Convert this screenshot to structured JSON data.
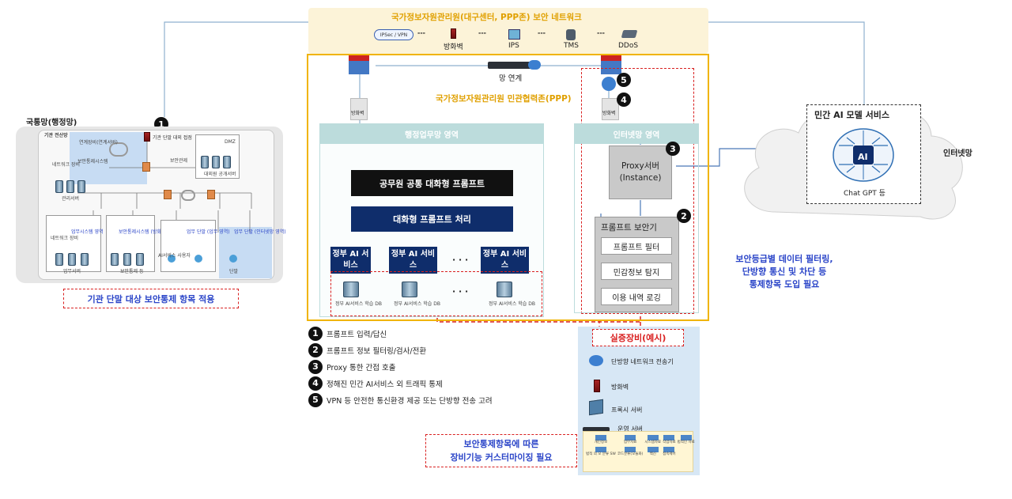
{
  "top_zone": {
    "title": "국가정보자원관리원(대구센터, PPP존) 보안 네트워크"
  },
  "top_devices": {
    "vpn": "IPSec / VPN",
    "firewall": "방화벽",
    "ips": "IPS",
    "tms": "TMS",
    "ddos": "DDoS",
    "dash": "---"
  },
  "link": {
    "label": "망 연계"
  },
  "ppp_zone": {
    "title": "국가정보자원관리원 민관협력존(PPP)"
  },
  "fw_small": "방화벽",
  "left": {
    "title": "국통망(행정망)",
    "inner_title": "기관 전산망",
    "callout": "기관 단말 대상 보안통제 항목 적용",
    "labels": {
      "top_link": "기관 단말 대외 접점",
      "linked": "연계장비(연계서버)",
      "security_fw": "보안관제",
      "dmz": "DMZ",
      "ext_server": "대외원 공개서버",
      "net_lines": "네트워크 장비",
      "mgmt": "관리서버",
      "business": "업무서버",
      "mail": "보안통제시스템",
      "work_sys": "업무시스템 영역",
      "sec_sys": "보안통제시스템 (방화벽/IPS)",
      "pc_a": "업무 단말 (업무 영역)",
      "pc_b": "업무 단말 (인터넷망 영역)",
      "ai_service": "AI서비스 사용자",
      "user": "단말",
      "devices": "보안통제 등"
    }
  },
  "admin_zone": {
    "title": "행정업무망 영역",
    "prompt": "공무원 공통 대화형 프롬프트",
    "process": "대화형 프롬프트 처리",
    "ai_services": [
      "정부 AI 서비스",
      "정부 AI 서비스",
      "정부 AI 서비스"
    ],
    "ellipsis": "· · ·",
    "db_label": "정부 AI서비스 학습 DB"
  },
  "internet_zone": {
    "title": "인터넷망 영역",
    "proxy": "Proxy서버 (Instance)",
    "guard_title": "프롬프트 보안기",
    "guard_items": [
      "프롬프트 필터",
      "민감정보 탐지",
      "이용 내역 로깅"
    ]
  },
  "cloud": {
    "title": "민간 AI 모델 서비스",
    "ai": "AI",
    "sub": "Chat GPT 등",
    "net": "인터넷망"
  },
  "right_note": [
    "보안등급별 데이터 필터링,",
    "단방향 통신 및 차단 등",
    "통제항목 도입 필요"
  ],
  "markers": [
    "1",
    "2",
    "3",
    "4",
    "5"
  ],
  "legend": [
    {
      "num": "1",
      "text": "프롬프트 입력/답신"
    },
    {
      "num": "2",
      "text": "프롬프트 정보 필터링/검사/전환"
    },
    {
      "num": "3",
      "text": "Proxy 통한 간접 호출"
    },
    {
      "num": "4",
      "text": "정해진 민간 AI서비스 외 트래픽 통제"
    },
    {
      "num": "5",
      "text": "VPN 등 안전한 통신환경 제공 또는 단방향 전송 고려"
    }
  ],
  "bottom_callout": [
    "보안통제항목에 따른",
    "장비기능 커스터마이징 필요"
  ],
  "equipment": {
    "title": "실증장비(예시)",
    "items": [
      "단방향 네트워크 전송기",
      "방화벽",
      "프록시 서버",
      "운영 서버"
    ],
    "panel_cells": [
      "개인정보",
      "업무자료",
      "시스템자료",
      "작업자료",
      "법적인 자료",
      "법적 의 모 분류 SW",
      "코드분류(모듈화)",
      "백신",
      "접속제어"
    ]
  },
  "colors": {
    "accent": "#f0b400",
    "teal": "#bcdcdc",
    "navy": "#0f2d6b",
    "red": "#d92020",
    "blue": "#2b45c8"
  }
}
